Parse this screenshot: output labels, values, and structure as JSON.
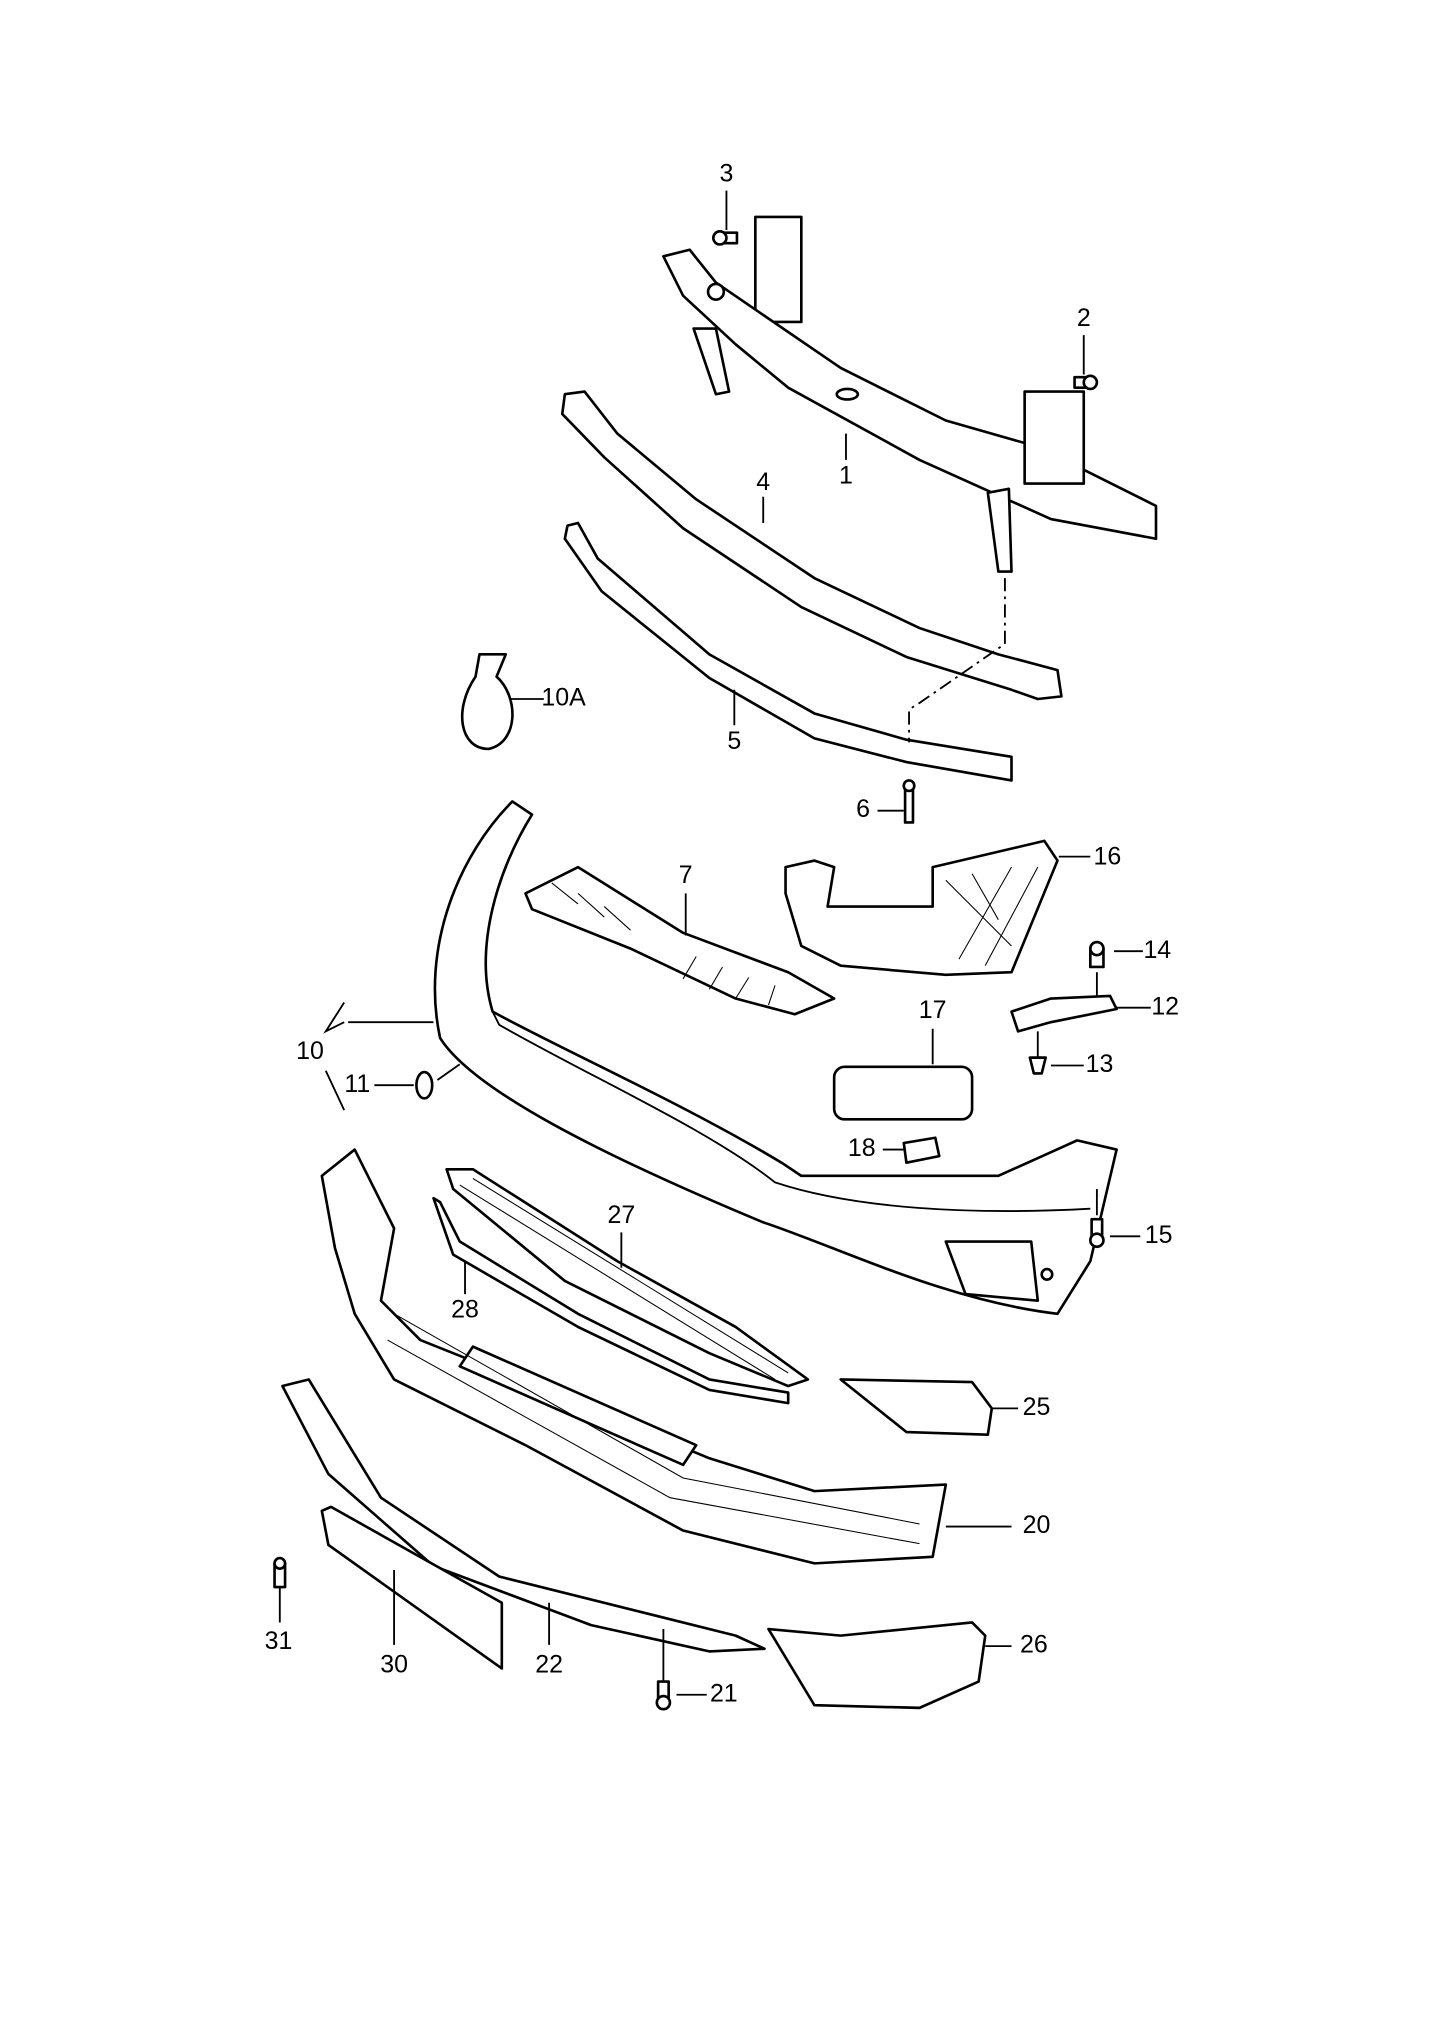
{
  "diagram": {
    "type": "exploded-parts-diagram",
    "callouts": {
      "c1": "1",
      "c2": "2",
      "c3": "3",
      "c4": "4",
      "c5": "5",
      "c6": "6",
      "c7": "7",
      "c10": "10",
      "c10a": "10A",
      "c11": "11",
      "c12": "12",
      "c13": "13",
      "c14": "14",
      "c15": "15",
      "c16": "16",
      "c17": "17",
      "c18": "18",
      "c20": "20",
      "c21": "21",
      "c22": "22",
      "c25": "25",
      "c26": "26",
      "c27": "27",
      "c28": "28",
      "c30": "30",
      "c31": "31"
    }
  }
}
